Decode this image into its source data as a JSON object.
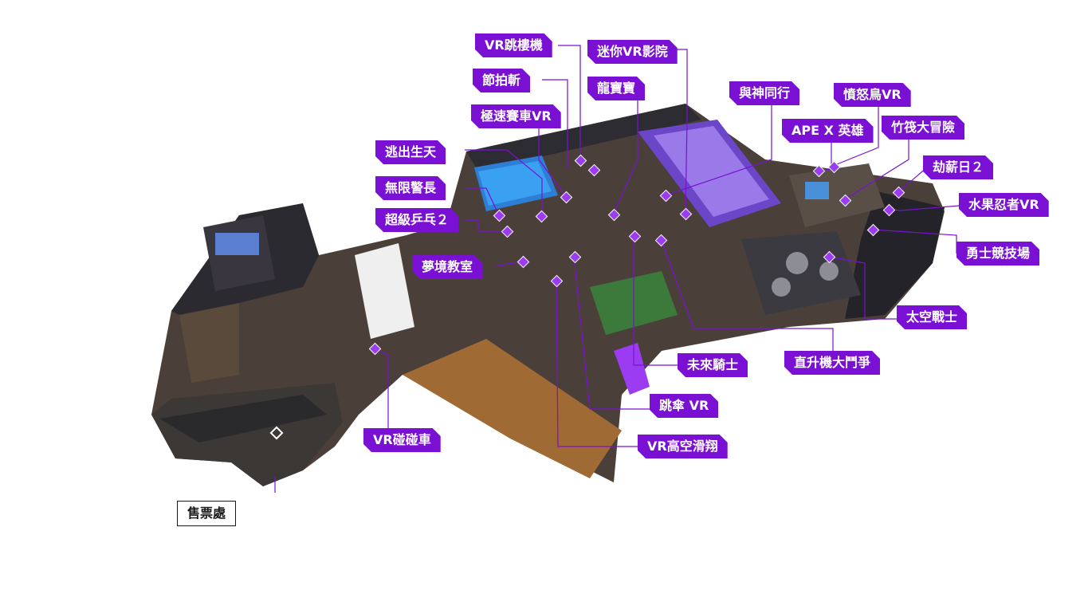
{
  "map": {
    "title": "",
    "accent": "#7a10d4",
    "floor_color": "#4a3f38",
    "wall_color": "#2a2a2e"
  },
  "attractions": [
    {
      "id": "vr-jump",
      "name": "VR跳樓機"
    },
    {
      "id": "beat-saber",
      "name": "節拍斬"
    },
    {
      "id": "racing-vr",
      "name": "極速賽車VR"
    },
    {
      "id": "escape",
      "name": "逃出生天"
    },
    {
      "id": "police",
      "name": "無限警長"
    },
    {
      "id": "pingpong",
      "name": "超級乒乓２"
    },
    {
      "id": "dream-class",
      "name": "夢境教室"
    },
    {
      "id": "vr-bumper",
      "name": "VR碰碰車"
    },
    {
      "id": "mini-cinema",
      "name": "迷你VR影院"
    },
    {
      "id": "dragon-baby",
      "name": "龍寶寶"
    },
    {
      "id": "with-gods",
      "name": "與神同行"
    },
    {
      "id": "angry-birds",
      "name": "憤怒鳥VR"
    },
    {
      "id": "ape-x",
      "name": "APE X 英雄"
    },
    {
      "id": "bamboo",
      "name": "竹筏大冒險"
    },
    {
      "id": "doomsday",
      "name": "劫薪日２"
    },
    {
      "id": "fruit-ninja",
      "name": "水果忍者VR"
    },
    {
      "id": "arena",
      "name": "勇士競技場"
    },
    {
      "id": "space-war",
      "name": "太空戰士"
    },
    {
      "id": "heli",
      "name": "直升機大鬥爭"
    },
    {
      "id": "future-knight",
      "name": "未來騎士"
    },
    {
      "id": "skydive",
      "name": "跳傘 VR"
    },
    {
      "id": "glide",
      "name": "VR高空滑翔"
    }
  ],
  "ticket_office": {
    "name": "售票處"
  }
}
